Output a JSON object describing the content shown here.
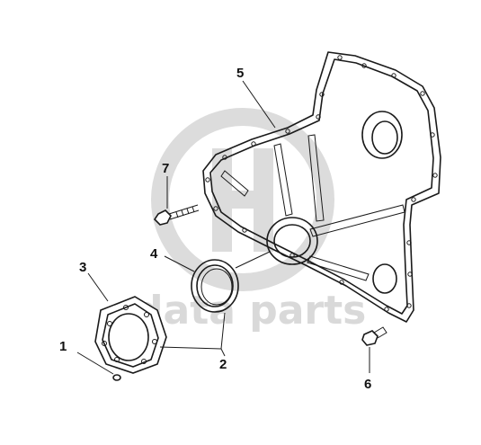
{
  "watermark": {
    "text": "data parts"
  },
  "callouts": [
    {
      "id": "1",
      "label": "1"
    },
    {
      "id": "2",
      "label": "2"
    },
    {
      "id": "3",
      "label": "3"
    },
    {
      "id": "4",
      "label": "4"
    },
    {
      "id": "5",
      "label": "5"
    },
    {
      "id": "6",
      "label": "6"
    },
    {
      "id": "7",
      "label": "7"
    }
  ],
  "colors": {
    "ink": "#1a1a1a",
    "watermark": "#d9d9d9",
    "background": "#ffffff"
  }
}
